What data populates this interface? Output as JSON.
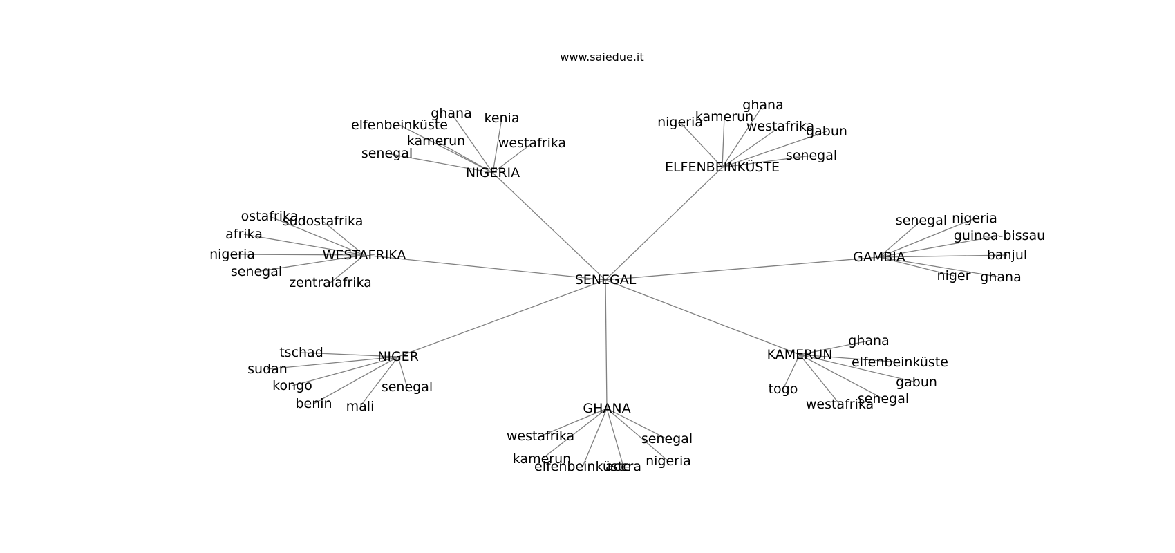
{
  "title": "www.saiedue.it",
  "colors": {
    "edge": "#808080",
    "text": "#000000",
    "background": "#ffffff"
  },
  "graph": {
    "center": "SENEGAL",
    "hubs": [
      {
        "label": "NIGERIA",
        "leaves": [
          "ghana",
          "kenia",
          "elfenbeinküste",
          "kamerun",
          "westafrika",
          "senegal"
        ]
      },
      {
        "label": "ELFENBEINKÜSTE",
        "leaves": [
          "ghana",
          "kamerun",
          "nigeria",
          "westafrika",
          "gabun",
          "senegal"
        ]
      },
      {
        "label": "WESTAFRIKA",
        "leaves": [
          "ostafrika",
          "südostafrika",
          "afrika",
          "nigeria",
          "senegal",
          "zentralafrika"
        ]
      },
      {
        "label": "GAMBIA",
        "leaves": [
          "senegal",
          "nigeria",
          "guinea-bissau",
          "banjul",
          "niger",
          "ghana"
        ]
      },
      {
        "label": "NIGER",
        "leaves": [
          "tschad",
          "sudan",
          "kongo",
          "benin",
          "mali",
          "senegal"
        ]
      },
      {
        "label": "GHANA",
        "leaves": [
          "westafrika",
          "senegal",
          "kamerun",
          "elfenbeinküste",
          "accra",
          "nigeria"
        ]
      },
      {
        "label": "KAMERUN",
        "leaves": [
          "ghana",
          "elfenbeinküste",
          "gabun",
          "togo",
          "senegal",
          "westafrika"
        ]
      }
    ]
  }
}
